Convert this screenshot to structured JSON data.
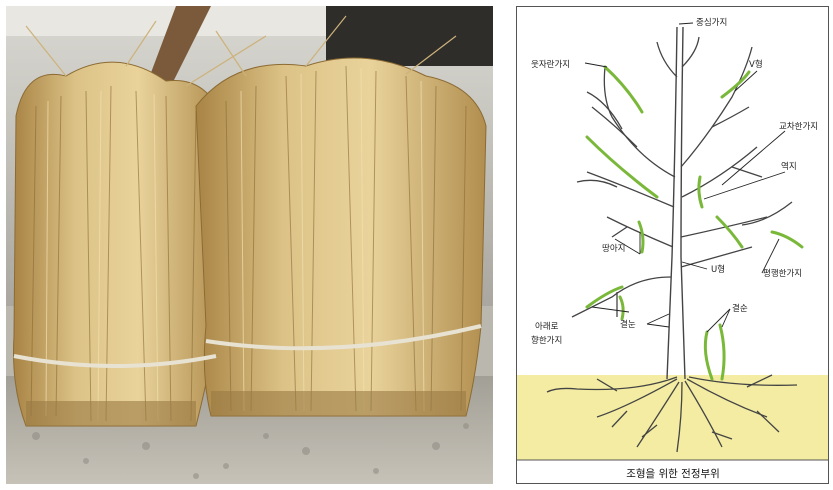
{
  "diagram": {
    "caption": "조형을 위한 전정부위",
    "labels": {
      "center_branch": "중심가지",
      "upward_branch": "웃자란가지",
      "v_shape": "V형",
      "crossing_branch": "교차한가지",
      "reverse_branch": "역지",
      "bud_branch": "땅아지",
      "u_shape": "U형",
      "parallel_branch": "평행한가지",
      "downward_branch": "아래로\n향한가지",
      "knot_bud": "결눈",
      "sucker": "결순"
    }
  },
  "colors": {
    "ground": "#f3eca2",
    "prune_highlight": "#7ab83a",
    "tree_outline": "#444444",
    "straw": "#c9a461"
  }
}
